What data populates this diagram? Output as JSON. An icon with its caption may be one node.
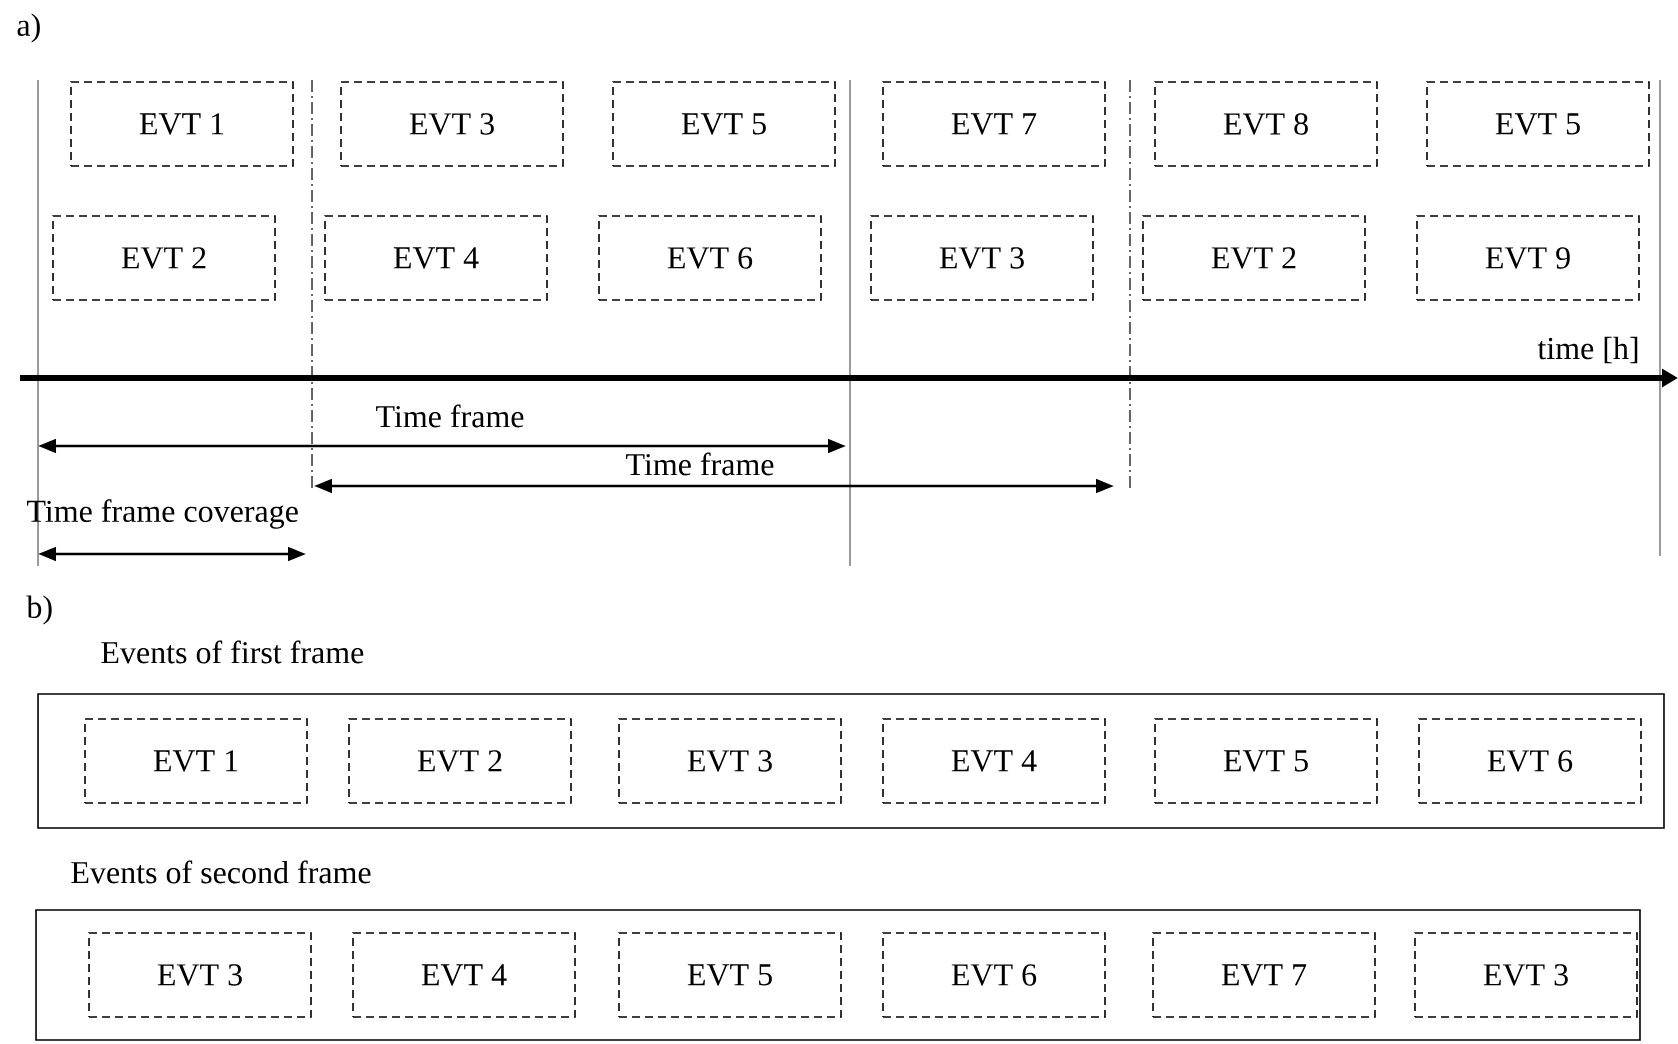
{
  "diagram": {
    "nodes": [
      {
        "text": [
          "EVT 1"
        ]
      },
      {
        "text": [
          "EVT 3"
        ]
      },
      {
        "text": [
          "EVT 5"
        ]
      },
      {
        "text": [
          "EVT 7"
        ]
      },
      {
        "text": [
          "EVT 8"
        ]
      },
      {
        "text": [
          "EVT 5"
        ]
      },
      {
        "text": [
          "EVT 2"
        ]
      },
      {
        "text": [
          "EVT 4"
        ]
      },
      {
        "text": [
          "EVT 6"
        ]
      },
      {
        "text": [
          "EVT 3"
        ]
      },
      {
        "text": [
          "EVT 2"
        ]
      },
      {
        "text": [
          "EVT 9"
        ]
      },
      {
        "text": [
          "Events of first frame"
        ]
      },
      {
        "text": [
          "EVT 1"
        ],
        "in": 12
      },
      {
        "text": [
          "EVT 2"
        ],
        "in": 12
      },
      {
        "text": [
          "EVT 3"
        ],
        "in": 12
      },
      {
        "text": [
          "EVT 4"
        ],
        "in": 12
      },
      {
        "text": [
          "EVT 5"
        ],
        "in": 12
      },
      {
        "text": [
          "EVT 6"
        ],
        "in": 12
      },
      {
        "text": [
          "Events of second frame"
        ]
      },
      {
        "text": [
          "EVT 3"
        ],
        "in": 19
      },
      {
        "text": [
          "EVT 4"
        ],
        "in": 19
      },
      {
        "text": [
          "EVT 5"
        ],
        "in": 19
      },
      {
        "text": [
          "EVT 6"
        ],
        "in": 19
      },
      {
        "text": [
          "EVT 7"
        ],
        "in": 19
      },
      {
        "text": [
          "EVT 3"
        ],
        "in": 19
      }
    ],
    "edges": [],
    "labels": [
      "a)",
      "time [h]",
      "Time frame",
      "Time frame",
      "Time frame coverage",
      "b)"
    ]
  }
}
